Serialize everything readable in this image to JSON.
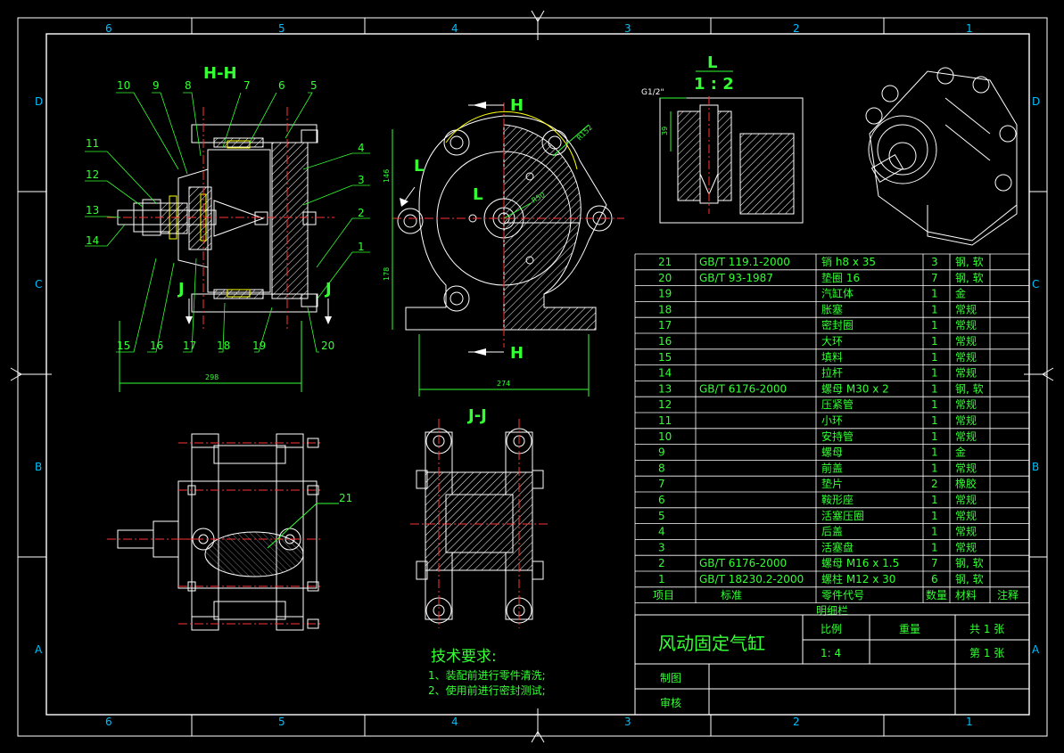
{
  "zones": {
    "top": [
      "6",
      "5",
      "4",
      "3",
      "2",
      "1"
    ],
    "bottom": [
      "6",
      "5",
      "4",
      "3",
      "2",
      "1"
    ],
    "left": [
      "D",
      "C",
      "B",
      "A"
    ],
    "right": [
      "D",
      "C",
      "B",
      "A"
    ]
  },
  "views": {
    "hh_title": "H-H",
    "jj_title": "J-J",
    "l_title": "L",
    "l_scale": "1 : 2",
    "section_h_top": "H",
    "section_h_bottom": "H",
    "section_l": "L",
    "section_l2": "L",
    "section_j_left": "J",
    "section_j_right": "J",
    "g_thread": "G1/2\"",
    "dim_39": "39",
    "dim_146": "146",
    "dim_178": "178",
    "dim_274": "274",
    "dim_298": "298",
    "dim_r152": "R152",
    "dim_r50": "R50"
  },
  "balloons": {
    "top": [
      "10",
      "9",
      "8",
      "7",
      "6",
      "5"
    ],
    "left": [
      "11",
      "12",
      "13",
      "14"
    ],
    "right": [
      "4",
      "3",
      "2",
      "1"
    ],
    "bottom": [
      "15",
      "16",
      "17",
      "18",
      "19",
      "20"
    ],
    "view21": "21"
  },
  "bom": {
    "rows": [
      {
        "no": "21",
        "std": "GB/T 119.1-2000",
        "name": "销 h8 x 35",
        "qty": "3",
        "mat": "钢, 软",
        "note": ""
      },
      {
        "no": "20",
        "std": "GB/T 93-1987",
        "name": "垫圈 16",
        "qty": "7",
        "mat": "钢, 软",
        "note": ""
      },
      {
        "no": "19",
        "std": "",
        "name": "汽缸体",
        "qty": "1",
        "mat": "金",
        "note": ""
      },
      {
        "no": "18",
        "std": "",
        "name": "胀塞",
        "qty": "1",
        "mat": "常规",
        "note": ""
      },
      {
        "no": "17",
        "std": "",
        "name": "密封圈",
        "qty": "1",
        "mat": "常规",
        "note": ""
      },
      {
        "no": "16",
        "std": "",
        "name": "大环",
        "qty": "1",
        "mat": "常规",
        "note": ""
      },
      {
        "no": "15",
        "std": "",
        "name": "填料",
        "qty": "1",
        "mat": "常规",
        "note": ""
      },
      {
        "no": "14",
        "std": "",
        "name": "拉杆",
        "qty": "1",
        "mat": "常规",
        "note": ""
      },
      {
        "no": "13",
        "std": "GB/T 6176-2000",
        "name": "螺母 M30 x 2",
        "qty": "1",
        "mat": "钢, 软",
        "note": ""
      },
      {
        "no": "12",
        "std": "",
        "name": "压紧管",
        "qty": "1",
        "mat": "常规",
        "note": ""
      },
      {
        "no": "11",
        "std": "",
        "name": "小环",
        "qty": "1",
        "mat": "常规",
        "note": ""
      },
      {
        "no": "10",
        "std": "",
        "name": "安持管",
        "qty": "1",
        "mat": "常规",
        "note": ""
      },
      {
        "no": "9",
        "std": "",
        "name": "螺母",
        "qty": "1",
        "mat": "金",
        "note": ""
      },
      {
        "no": "8",
        "std": "",
        "name": "前盖",
        "qty": "1",
        "mat": "常规",
        "note": ""
      },
      {
        "no": "7",
        "std": "",
        "name": "垫片",
        "qty": "2",
        "mat": "橡胶",
        "note": ""
      },
      {
        "no": "6",
        "std": "",
        "name": "鞍形座",
        "qty": "1",
        "mat": "常规",
        "note": ""
      },
      {
        "no": "5",
        "std": "",
        "name": "活塞压圈",
        "qty": "1",
        "mat": "常规",
        "note": ""
      },
      {
        "no": "4",
        "std": "",
        "name": "后盖",
        "qty": "1",
        "mat": "常规",
        "note": ""
      },
      {
        "no": "3",
        "std": "",
        "name": "活塞盘",
        "qty": "1",
        "mat": "常规",
        "note": ""
      },
      {
        "no": "2",
        "std": "GB/T 6176-2000",
        "name": "螺母 M16 x 1.5",
        "qty": "7",
        "mat": "钢, 软",
        "note": ""
      },
      {
        "no": "1",
        "std": "GB/T 18230.2-2000",
        "name": "螺柱 M12 x 30",
        "qty": "6",
        "mat": "钢, 软",
        "note": ""
      }
    ],
    "header": {
      "no": "项目",
      "std": "标准",
      "name": "零件代号",
      "qty": "数量",
      "mat": "材料",
      "note": "注释"
    },
    "caption": "明细栏"
  },
  "title_block": {
    "title": "风动固定气缸",
    "scale_label": "比例",
    "scale_value": "1: 4",
    "weight_label": "重量",
    "sheets_total": "共 1 张",
    "sheet_no": "第 1 张",
    "drawn_label": "制图",
    "checked_label": "审核"
  },
  "notes": {
    "heading": "技术要求:",
    "lines": [
      "1、装配前进行零件清洗;",
      "2、使用前进行密封测试;"
    ]
  },
  "colors": {
    "background": "#000000",
    "frame": "#ffffff",
    "outline": "#33ff33",
    "centerline": "#ff3333",
    "zone_text": "#00bfff",
    "hidden": "#ffff00"
  }
}
